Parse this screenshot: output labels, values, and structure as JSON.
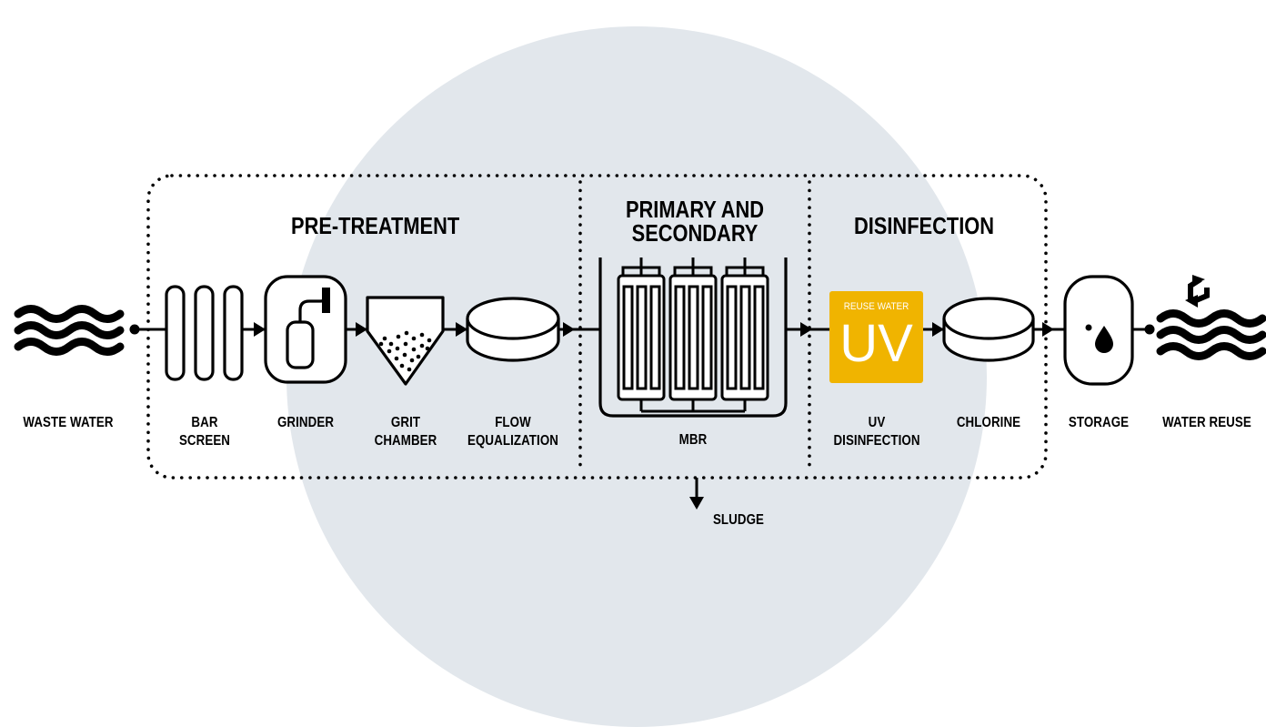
{
  "sections": [
    {
      "id": "pretreatment",
      "title": [
        "PRE-TREATMENT"
      ]
    },
    {
      "id": "primary",
      "title": [
        "PRIMARY AND",
        "SECONDARY"
      ]
    },
    {
      "id": "disinfection",
      "title": [
        "DISINFECTION"
      ]
    }
  ],
  "stages": [
    {
      "id": "waste-water",
      "label": [
        "WASTE WATER"
      ],
      "icon": "waves-icon"
    },
    {
      "id": "bar-screen",
      "label": [
        "BAR",
        "SCREEN"
      ],
      "icon": "bar-screen-icon"
    },
    {
      "id": "grinder",
      "label": [
        "GRINDER"
      ],
      "icon": "grinder-icon"
    },
    {
      "id": "grit-chamber",
      "label": [
        "GRIT",
        "CHAMBER"
      ],
      "icon": "grit-chamber-icon"
    },
    {
      "id": "flow-equalization",
      "label": [
        "FLOW",
        "EQUALIZATION"
      ],
      "icon": "tank-icon"
    },
    {
      "id": "mbr",
      "label": [
        "MBR"
      ],
      "icon": "membrane-bioreactor-icon"
    },
    {
      "id": "uv-disinfection",
      "label": [
        "UV",
        "DISINFECTION"
      ],
      "icon": "uv-lamp-icon"
    },
    {
      "id": "chlorine",
      "label": [
        "CHLORINE"
      ],
      "icon": "tank-icon"
    },
    {
      "id": "storage",
      "label": [
        "STORAGE"
      ],
      "icon": "storage-drop-icon"
    },
    {
      "id": "water-reuse",
      "label": [
        "WATER REUSE"
      ],
      "icon": "recycle-waves-icon"
    }
  ],
  "uv_badge": {
    "small_text": "REUSE WATER",
    "big_text": "UV",
    "color": "#f0b400"
  },
  "outputs": {
    "sludge": "SLUDGE"
  },
  "colors": {
    "background_circle": "#e2e7ec",
    "line": "#000000",
    "accent": "#f0b400"
  }
}
